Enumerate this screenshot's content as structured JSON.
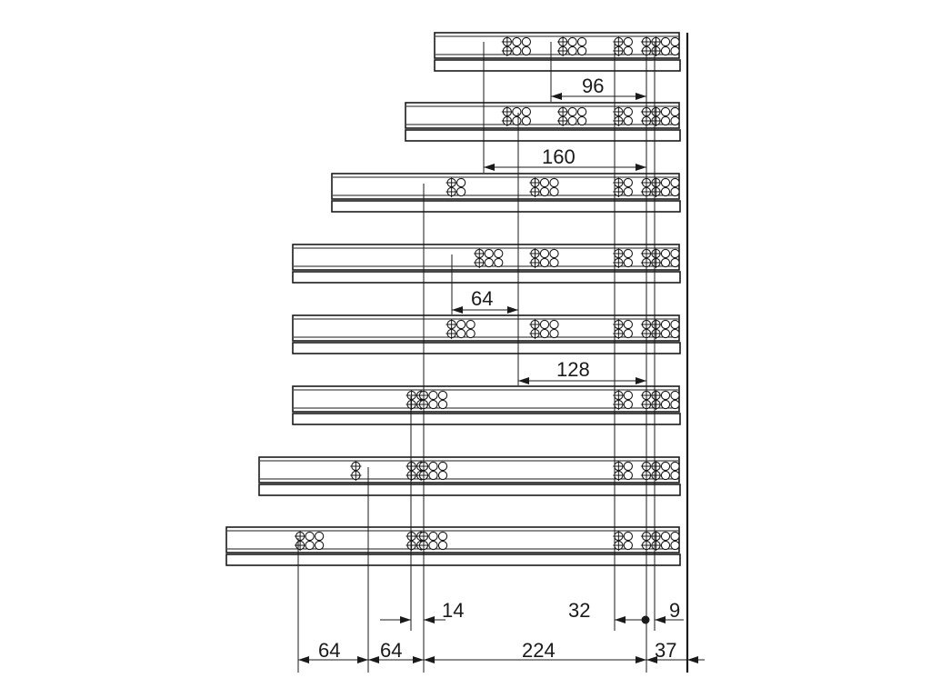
{
  "diagram": {
    "rails": [
      {
        "name": "rail-1",
        "groups": [
          {
            "hole": 96,
            "pattern": "xoo"
          },
          {
            "hole": 160,
            "pattern": "xoo"
          },
          {
            "hole": 224,
            "pattern": "xo"
          },
          {
            "hole": 256,
            "pattern": "xxoo"
          }
        ]
      },
      {
        "name": "rail-2",
        "groups": [
          {
            "hole": 96,
            "pattern": "xoo"
          },
          {
            "hole": 160,
            "pattern": "xoo"
          },
          {
            "hole": 224,
            "pattern": "xo"
          },
          {
            "hole": 256,
            "pattern": "xxoo"
          }
        ]
      },
      {
        "name": "rail-3",
        "groups": [
          {
            "hole": 32,
            "pattern": "xo"
          },
          {
            "hole": 128,
            "pattern": "xoo"
          },
          {
            "hole": 224,
            "pattern": "xo"
          },
          {
            "hole": 256,
            "pattern": "xxoo"
          }
        ]
      },
      {
        "name": "rail-4",
        "groups": [
          {
            "hole": 64,
            "pattern": "xoo"
          },
          {
            "hole": 128,
            "pattern": "xoo"
          },
          {
            "hole": 224,
            "pattern": "xo"
          },
          {
            "hole": 256,
            "pattern": "xxoo"
          }
        ]
      },
      {
        "name": "rail-5",
        "groups": [
          {
            "hole": 32,
            "pattern": "xoo"
          },
          {
            "hole": 128,
            "pattern": "xoo"
          },
          {
            "hole": 224,
            "pattern": "xo"
          },
          {
            "hole": 256,
            "pattern": "xxoo"
          }
        ]
      },
      {
        "name": "rail-6",
        "groups": [
          {
            "hole": -14,
            "pattern": "xx"
          },
          {
            "hole": 0,
            "pattern": "xoo"
          },
          {
            "hole": 224,
            "pattern": "xo"
          },
          {
            "hole": 256,
            "pattern": "xxoo"
          }
        ]
      },
      {
        "name": "rail-7",
        "groups": [
          {
            "hole": -78,
            "pattern": "x"
          },
          {
            "hole": -14,
            "pattern": "xx"
          },
          {
            "hole": 0,
            "pattern": "xoo"
          },
          {
            "hole": 224,
            "pattern": "xo"
          },
          {
            "hole": 256,
            "pattern": "xxoo"
          }
        ]
      },
      {
        "name": "rail-8",
        "groups": [
          {
            "hole": -142,
            "pattern": "xoo"
          },
          {
            "hole": -14,
            "pattern": "xx"
          },
          {
            "hole": 0,
            "pattern": "xoo"
          },
          {
            "hole": 224,
            "pattern": "xo"
          },
          {
            "hole": 256,
            "pattern": "xxoo"
          }
        ]
      }
    ],
    "dimensions": {
      "d96": "96",
      "d160": "160",
      "d64_mid": "64",
      "d128": "128",
      "d14": "14",
      "d32": "32",
      "d9": "9",
      "d64_left": "64",
      "d64_right": "64",
      "d224": "224",
      "d37": "37"
    }
  }
}
